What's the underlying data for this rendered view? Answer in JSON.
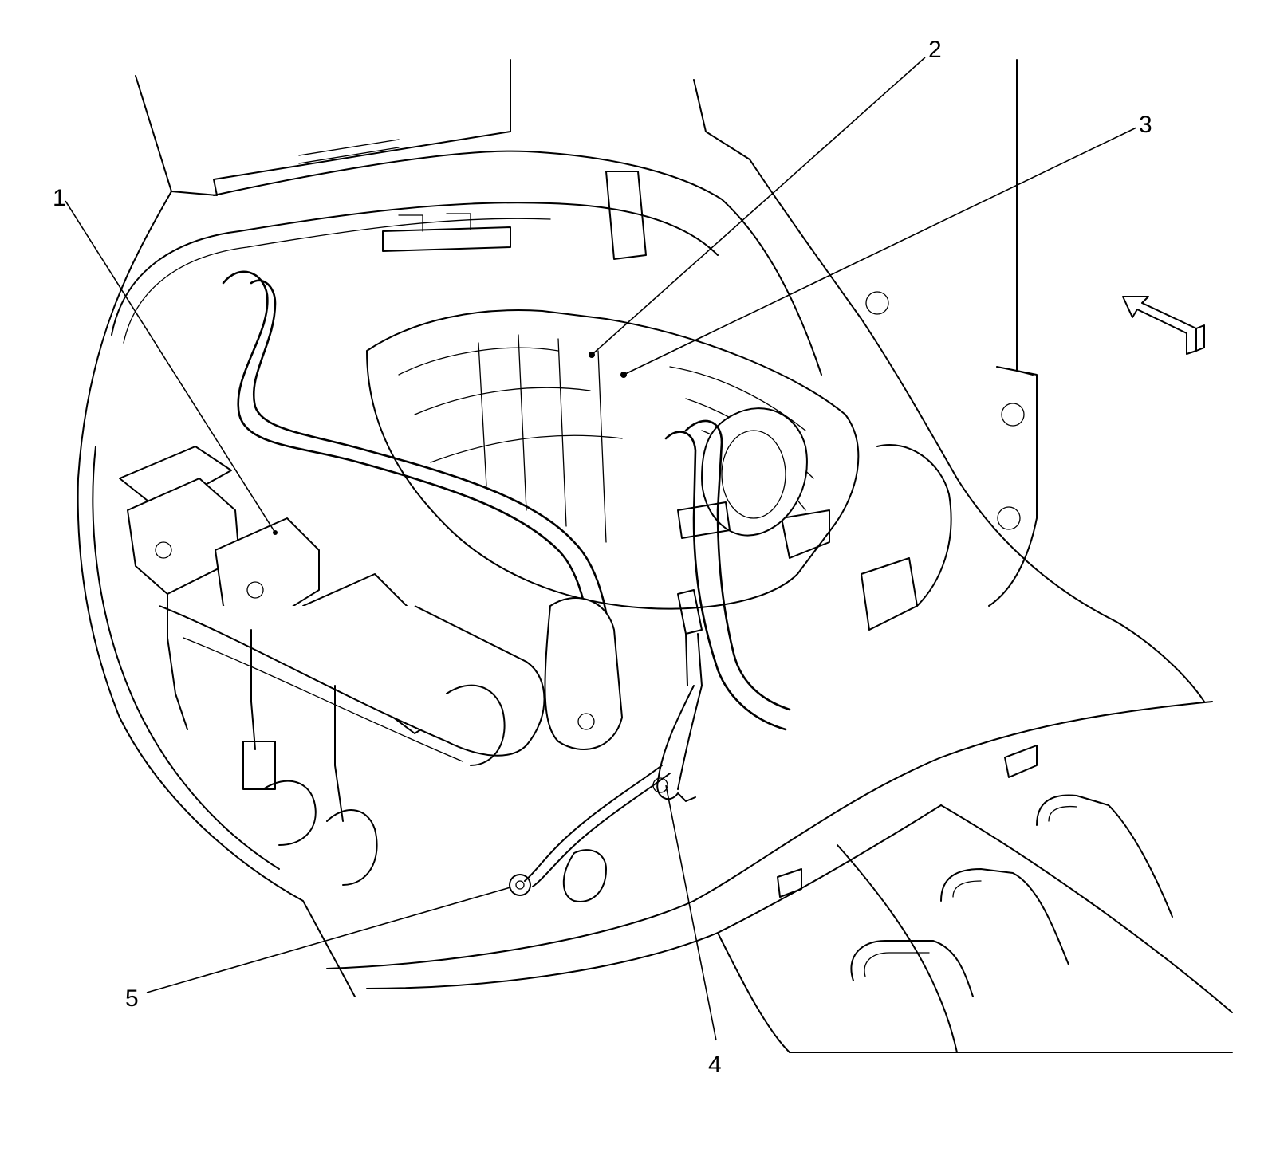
{
  "callouts": [
    {
      "id": "1",
      "label": "1"
    },
    {
      "id": "2",
      "label": "2"
    },
    {
      "id": "3",
      "label": "3"
    },
    {
      "id": "4",
      "label": "4"
    },
    {
      "id": "5",
      "label": "5"
    }
  ],
  "icons": {
    "direction_arrow": "forward-arrow-icon"
  }
}
